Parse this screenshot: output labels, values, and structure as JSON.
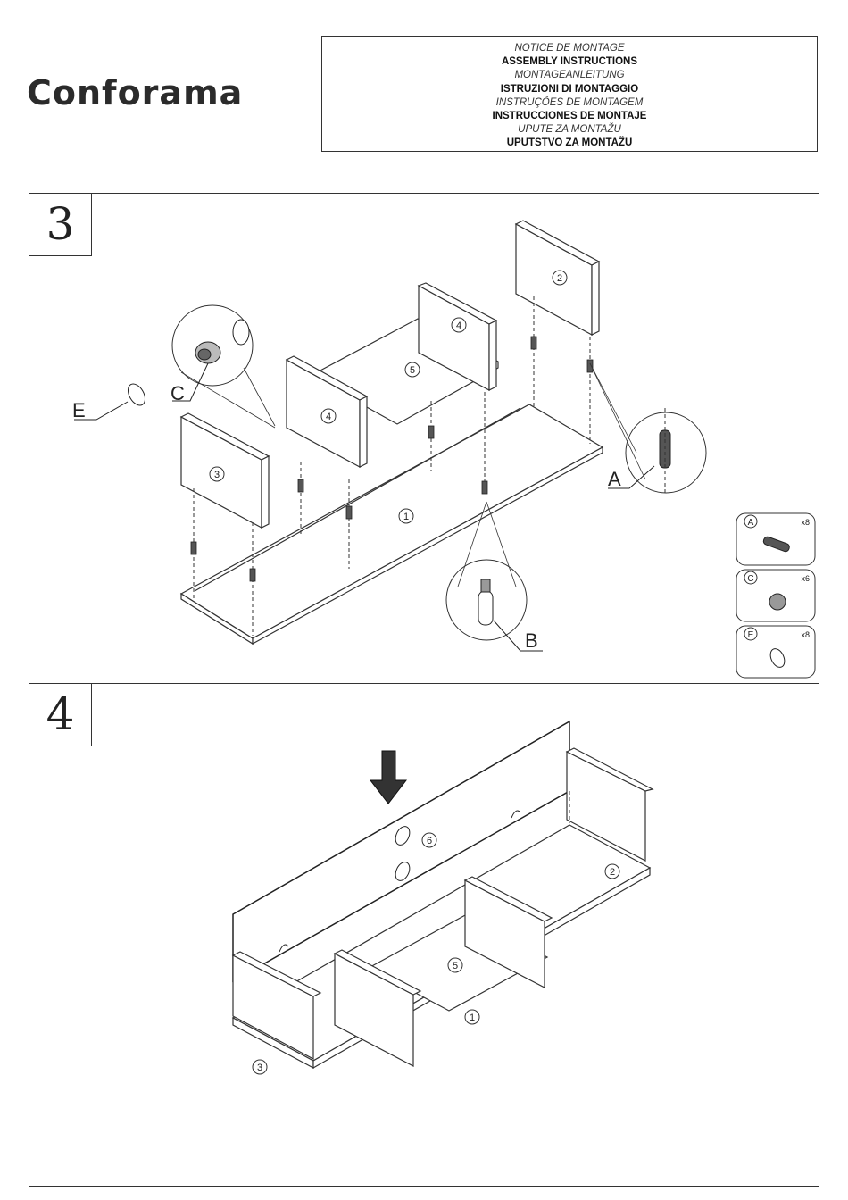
{
  "brand": {
    "logo": "Conforama"
  },
  "title_box": {
    "lines": [
      {
        "text": "NOTICE DE MONTAGE",
        "style": "italic"
      },
      {
        "text": "ASSEMBLY INSTRUCTIONS",
        "style": "bold"
      },
      {
        "text": "MONTAGEANLEITUNG",
        "style": "italic"
      },
      {
        "text": "ISTRUZIONI DI MONTAGGIO",
        "style": "bold"
      },
      {
        "text": "INSTRUÇÕES DE MONTAGEM",
        "style": "italic"
      },
      {
        "text": "INSTRUCCIONES DE MONTAJE",
        "style": "bold"
      },
      {
        "text": "UPUTE ZA MONTAŽU",
        "style": "italic"
      },
      {
        "text": "UPUTSTVO ZA MONTAŽU",
        "style": "bold"
      }
    ]
  },
  "step3": {
    "number": "3",
    "part_labels": {
      "p1": "1",
      "p2": "2",
      "p3": "3",
      "p4a": "4",
      "p4b": "4",
      "p5": "5"
    },
    "callouts": {
      "a": "A",
      "b": "B",
      "c": "C",
      "e": "E"
    },
    "hardware": [
      {
        "letter": "A",
        "qty": "x8",
        "icon": "dowel-icon"
      },
      {
        "letter": "C",
        "qty": "x6",
        "icon": "cam-lock-icon"
      },
      {
        "letter": "E",
        "qty": "x8",
        "icon": "cover-cap-icon"
      }
    ]
  },
  "step4": {
    "number": "4",
    "part_labels": {
      "p1": "1",
      "p2": "2",
      "p3": "3",
      "p5": "5",
      "p6": "6"
    }
  }
}
